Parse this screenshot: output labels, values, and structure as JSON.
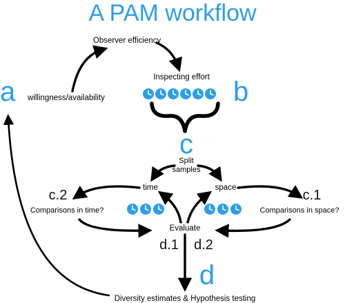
{
  "title": "A PAM workflow",
  "colors": {
    "accent": "#2d9ee8",
    "arrow": "#000000",
    "clock_face": "#2d9ee8"
  },
  "icon": "clock-icon",
  "nodes": {
    "observer_efficiency": "Observer efficiency",
    "willingness": "willingness/availability",
    "inspecting_effort": "Inspecting effort",
    "split_samples_1": "Split",
    "split_samples_2": "samples",
    "time": "time",
    "space": "space",
    "comparisons_time": "Comparisons in time?",
    "comparisons_space": "Comparisons in space?",
    "evaluate": "Evaluate",
    "diversity": "Diversity estimates & Hypothesis testing"
  },
  "step_labels": {
    "a": "a",
    "b": "b",
    "c": "c",
    "d": "d",
    "c1": "c.1",
    "c2": "c.2",
    "d1": "d.1",
    "d2": "d.2"
  },
  "clock_rows": {
    "inspecting": 6,
    "time_side": 3,
    "space_side": 3
  }
}
